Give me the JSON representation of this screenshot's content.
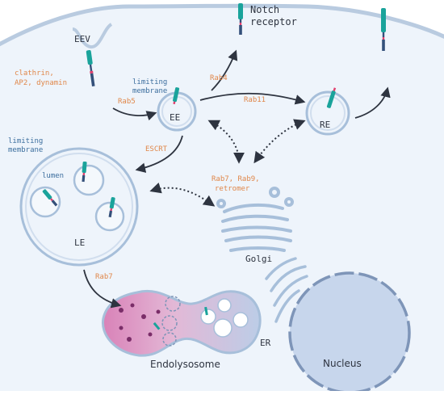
{
  "labels": {
    "eev": "EEV",
    "notch_line1": "Notch",
    "notch_line2": "receptor",
    "clathrin_line1": "clathrin,",
    "clathrin_line2": "AP2, dynamin",
    "rab5": "Rab5",
    "limiting_membrane_ee_line1": "limiting",
    "limiting_membrane_ee_line2": "membrane",
    "ee": "EE",
    "rab4": "Rab4",
    "rab11": "Rab11",
    "re": "RE",
    "limiting_membrane_le_line1": "limiting",
    "limiting_membrane_le_line2": "membrane",
    "escrt": "ESCRT",
    "lumen": "lumen",
    "rab7_rab9_line1": "Rab7, Rab9,",
    "rab7_rab9_line2": "retromer",
    "le": "LE",
    "golgi": "Golgi",
    "rab7": "Rab7",
    "er": "ER",
    "nucleus": "Nucleus",
    "endolysosome": "Endolysosome"
  },
  "colors": {
    "cell_fill": "#eef4fb",
    "membrane": "#b9cbe0",
    "organelle_outline": "#a7bfda",
    "receptor_teal": "#1aa39b",
    "receptor_navy": "#34507a",
    "receptor_pink": "#e0406e",
    "label_orange": "#e0874a",
    "label_blue": "#3c6e9e",
    "nucleus_fill": "#c7d6ec",
    "nucleus_border": "#7e95b8",
    "lysosome_pink": "#d982b8",
    "lysosome_blue": "#c4d3ea"
  },
  "icons": {
    "receptor": "notch-receptor-icon",
    "vesicle": "vesicle-icon",
    "golgi": "golgi-stack-icon",
    "er": "er-cisternae-icon"
  }
}
